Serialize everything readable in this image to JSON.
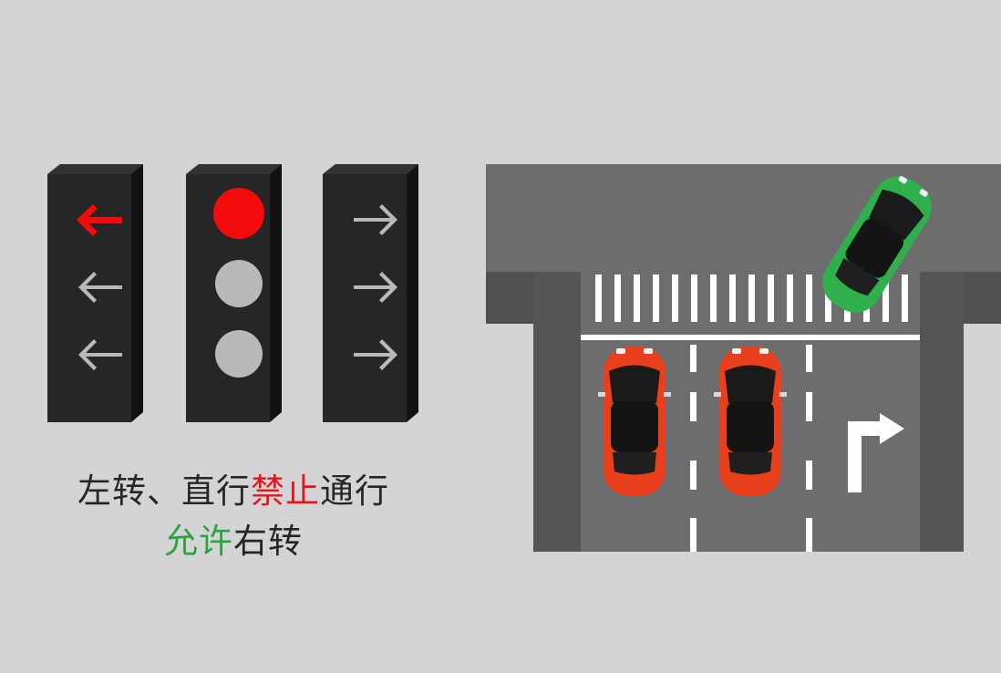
{
  "signals": [
    {
      "direction": "left",
      "lamps": [
        {
          "icon": "arrow-left-icon",
          "state": "red"
        },
        {
          "icon": "arrow-left-icon",
          "state": "off"
        },
        {
          "icon": "arrow-left-icon",
          "state": "off"
        }
      ]
    },
    {
      "direction": "straight",
      "lamps": [
        {
          "icon": "circle-lamp-icon",
          "state": "red"
        },
        {
          "icon": "circle-lamp-icon",
          "state": "off"
        },
        {
          "icon": "circle-lamp-icon",
          "state": "off"
        }
      ]
    },
    {
      "direction": "right",
      "lamps": [
        {
          "icon": "arrow-right-icon",
          "state": "off"
        },
        {
          "icon": "arrow-right-icon",
          "state": "off"
        },
        {
          "icon": "arrow-right-icon",
          "state": "off"
        }
      ]
    }
  ],
  "caption": {
    "line1_a": "左转、直行",
    "line1_b": "禁止",
    "line1_c": "通行",
    "line2_a": "允许",
    "line2_b": "右转"
  },
  "scene": {
    "cars": [
      {
        "name": "red-car-left-lane",
        "color": "#e8401c",
        "heading": "north"
      },
      {
        "name": "red-car-straight-lane",
        "color": "#e8401c",
        "heading": "north"
      },
      {
        "name": "green-car-turning-right",
        "color": "#2fb04c",
        "heading": "north-east"
      }
    ],
    "lane_marking": "right-turn-arrow-icon"
  },
  "colors": {
    "background": "#d4d3d5",
    "signal_housing": "#262626",
    "lamp_red": "#f20b0b",
    "lamp_off": "#b9b9b9",
    "road": "#6d6d6f",
    "text_red": "#e4161b",
    "text_green": "#27a53b",
    "text_dark": "#262626"
  }
}
